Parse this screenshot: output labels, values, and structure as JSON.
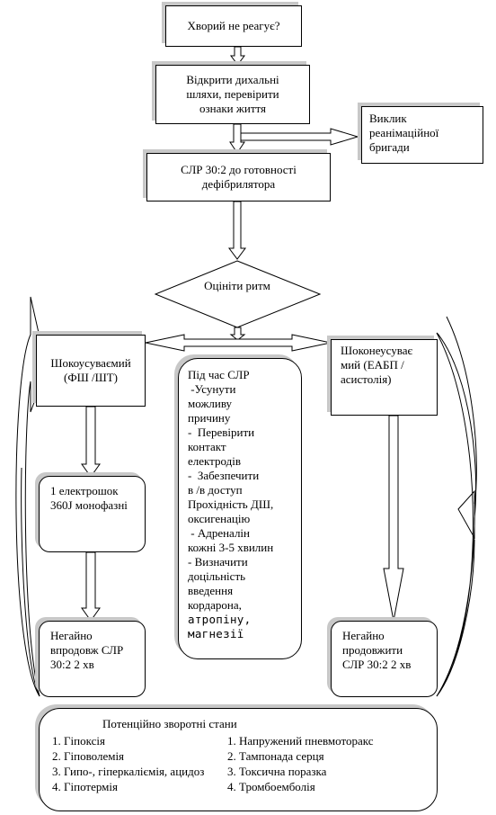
{
  "nodes": {
    "unresponsive": "Хворий не реагує?",
    "open_airway": "Відкрити дихальні шляхи, перевірити ознаки життя",
    "call_team": "Виклик реанімаційної бригади",
    "cpr": "СЛР 30:2 до готовності дефібрилятора",
    "assess_rhythm": "Оцініти ритм",
    "shockable": "Шокоусуваємий (ФШ /ШТ)",
    "non_shockable": "Шоконеусуває мий (ЕАБП / асистолія)",
    "one_shock": "1 електрошок 360J монофазні",
    "resume_left": "Негайно впродовж СЛР 30:2 2 хв",
    "resume_right": "Негайно продовжити СЛР 30:2 2 хв"
  },
  "during_cpr": {
    "lines": [
      "Під час СЛР",
      " -Усунути",
      "можливу",
      "причину",
      "-  Перевірити",
      "контакт",
      "електродів",
      "-  Забезпечити",
      "в /в доступ",
      "Прохідність ДШ,",
      "оксигенацію",
      " - Адреналін",
      "кожні 3-5 хвилин",
      "- Визначити",
      "доцільність",
      "введення",
      "кордарона,"
    ],
    "mono_lines": [
      "атропіну,",
      "магнезії"
    ]
  },
  "reversible_causes": {
    "title": "Потенційно зворотні стани",
    "left": [
      "1. Гіпоксія",
      "2. Гіповолемія",
      "3. Гипо-, гіперкаліємія, ацидоз",
      "4. Гіпотермія"
    ],
    "right": [
      "1. Напружений пневмоторакс",
      "2. Тампонада серця",
      "3. Токсична поразка",
      "4. Тромбоемболія"
    ]
  }
}
